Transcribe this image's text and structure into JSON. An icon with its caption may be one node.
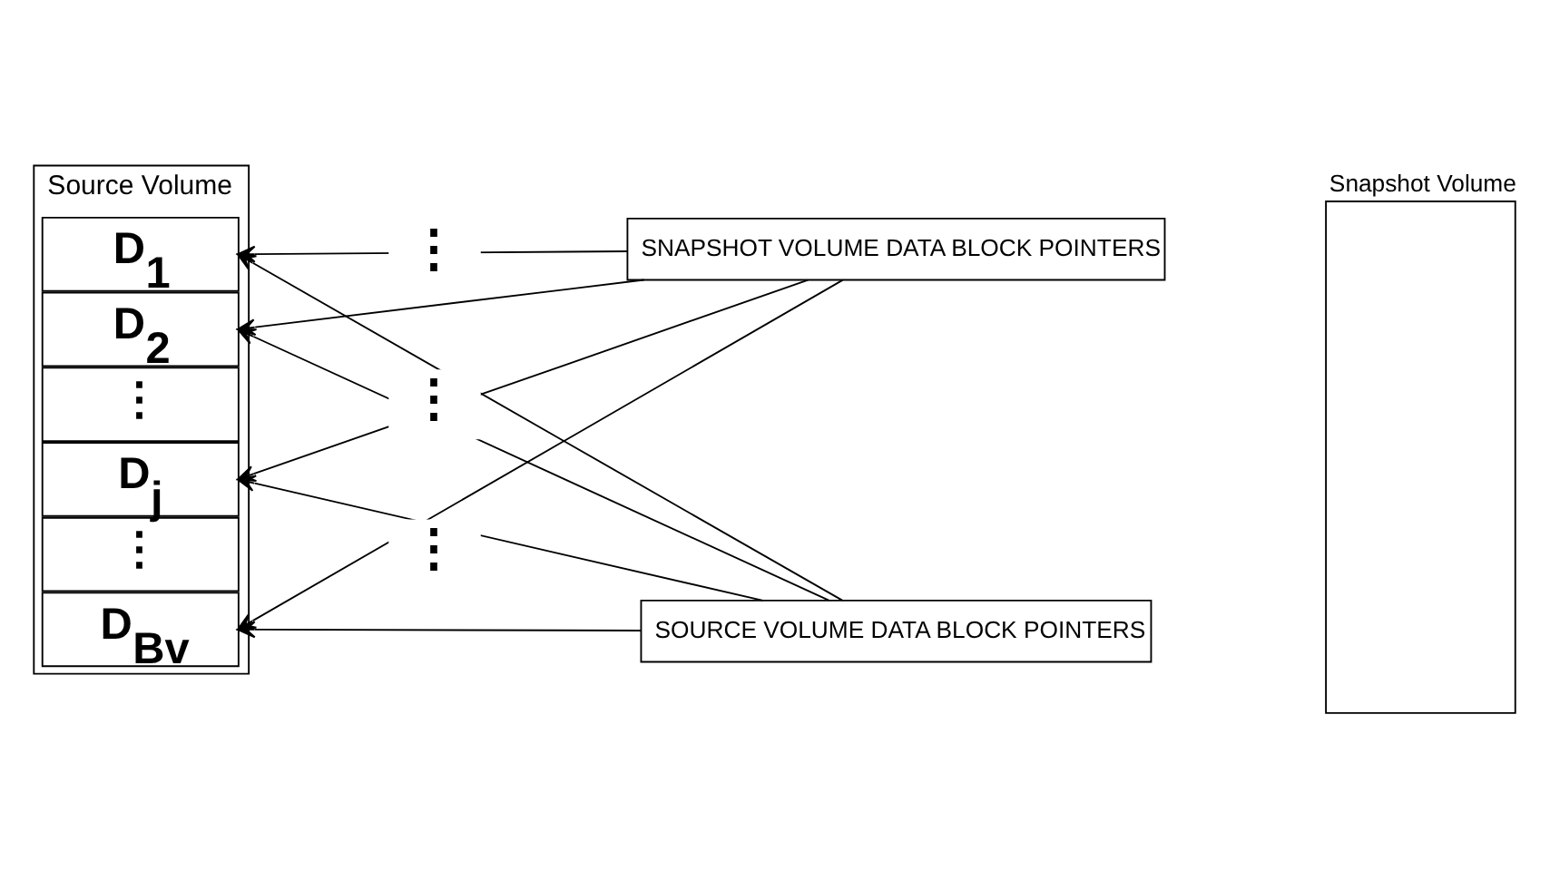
{
  "diagram": {
    "nodes": [
      {
        "text": [
          "Source Volume"
        ]
      },
      {
        "text": [
          "D$_{1}$"
        ],
        "in": 0
      },
      {
        "text": [
          "D$_{2}$"
        ],
        "in": 0
      },
      {
        "text": [
          "⋮"
        ],
        "in": 0
      },
      {
        "text": [
          "D$_{j}$"
        ],
        "in": 0
      },
      {
        "text": [
          "⋮"
        ],
        "in": 0
      },
      {
        "text": [
          "D$_{Bv}$"
        ],
        "in": 0
      },
      {
        "text": [
          "SOURCE VOLUME DATA BLOCK POINTERS"
        ]
      },
      {
        "text": [
          "SNAPSHOT VOLUME DATA BLOCK POINTERS"
        ]
      },
      {
        "text": [
          "Snapshot Volume"
        ]
      }
    ],
    "edges": [
      {
        "from": 7,
        "to": 1,
        "arrow": "to"
      },
      {
        "from": 7,
        "to": 2,
        "arrow": "to"
      },
      {
        "from": 7,
        "to": 4,
        "arrow": "to"
      },
      {
        "from": 7,
        "to": 6,
        "arrow": "to"
      },
      {
        "from": 8,
        "to": 1,
        "arrow": "to"
      },
      {
        "from": 8,
        "to": 2,
        "arrow": "to"
      },
      {
        "from": 8,
        "to": 4,
        "arrow": "to"
      },
      {
        "from": 8,
        "to": 6,
        "arrow": "to"
      }
    ],
    "labels": [
      "⋮",
      "⋮",
      "⋮"
    ]
  }
}
